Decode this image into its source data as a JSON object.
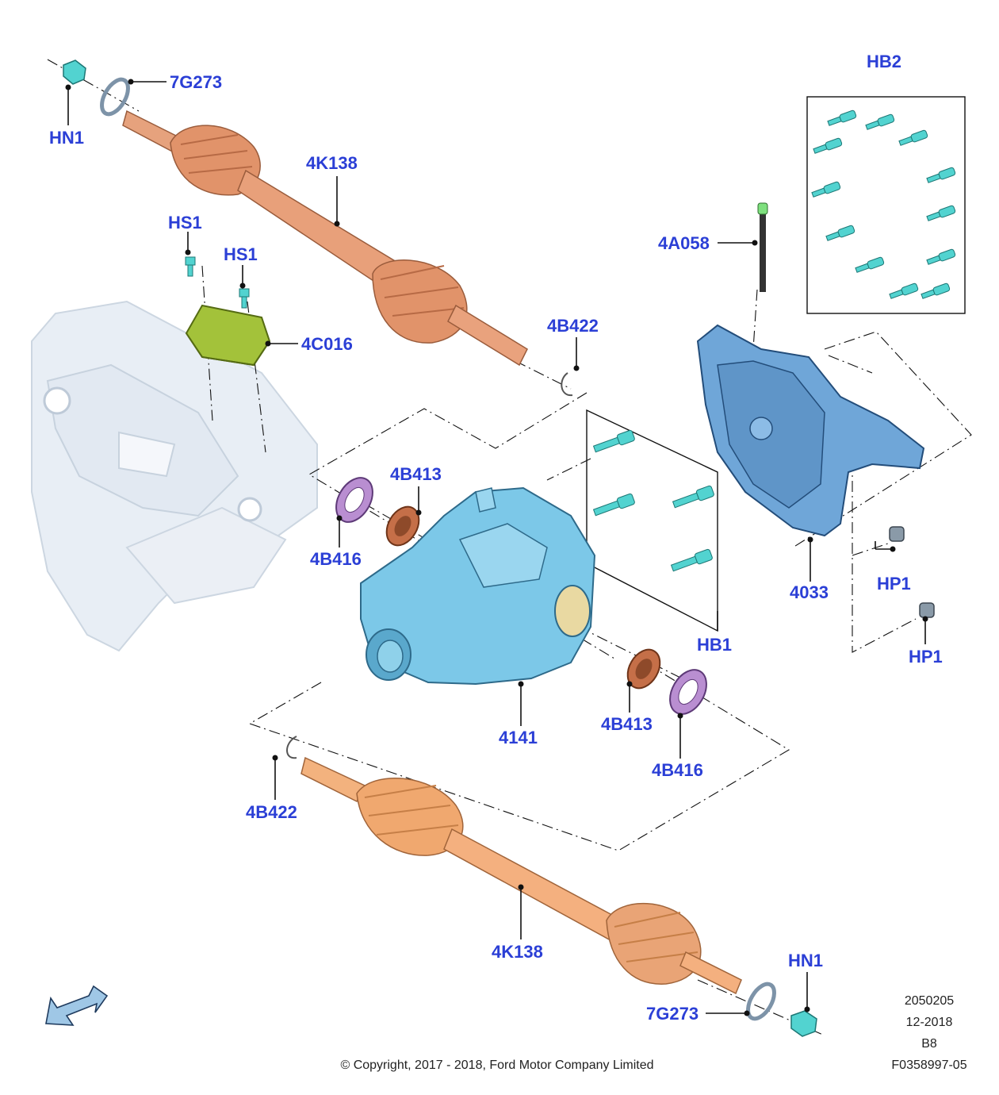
{
  "labels": {
    "hn1_top": "HN1",
    "g7g273_top": "7G273",
    "k4k138_top": "4K138",
    "hs1_left": "HS1",
    "hs1_right": "HS1",
    "c4c016": "4C016",
    "b4b422_top": "4B422",
    "a4a058": "4A058",
    "hb2": "HB2",
    "b4b413_top": "4B413",
    "b4b416_top": "4B416",
    "hb1": "HB1",
    "n4033": "4033",
    "hp1_top": "HP1",
    "hp1_bottom": "HP1",
    "n4141": "4141",
    "b4b413_bottom": "4B413",
    "b4b416_bottom": "4B416",
    "b4b422_bottom": "4B422",
    "k4k138_bottom": "4K138",
    "hn1_bottom": "HN1",
    "g7g273_bottom": "7G273"
  },
  "footer": {
    "ref_number": "2050205",
    "date": "12-2018",
    "code": "B8",
    "figure_id": "F0358997-05",
    "copyright": "© Copyright, 2017 - 2018, Ford Motor Company Limited"
  },
  "colors": {
    "label_blue": "#2b3fd6",
    "shaft_orange": "#e1936a",
    "housing_blue": "#7cc8e8",
    "cover_blue": "#6fa6d8",
    "seal_brown": "#c56f48",
    "seal_purple": "#b98ed1",
    "bolt_teal": "#52d3d0",
    "module_green": "#a3c23a",
    "ring_gray": "#7d93a8",
    "subframe_gray": "#e4ebf3"
  }
}
